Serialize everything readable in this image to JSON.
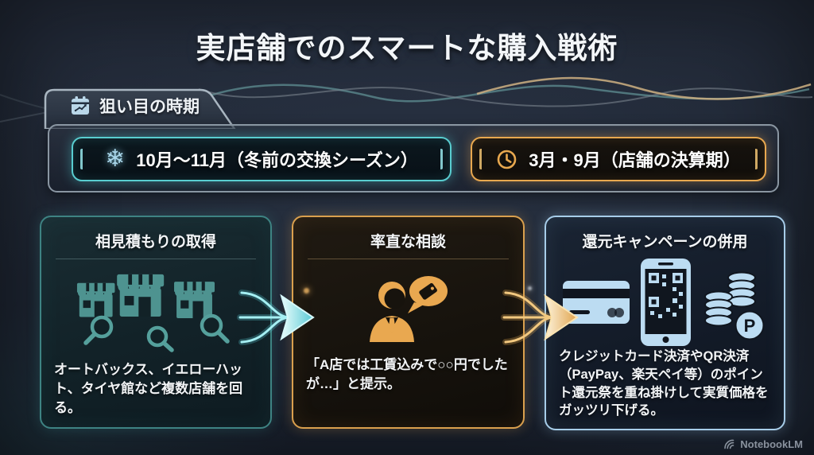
{
  "title": "実店舗でのスマートな購入戦術",
  "timing_section": {
    "tab": {
      "icon": "calendar-trend-icon",
      "label": "狙い目の時期"
    },
    "periods": [
      {
        "icon": "snowflake-icon",
        "label": "10月〜11月（冬前の交換シーズン）",
        "accent_color": "#59cdd0"
      },
      {
        "icon": "clock-icon",
        "label": "3月・9月（店舗の決算期）",
        "accent_color": "#e8a84f"
      }
    ]
  },
  "steps": [
    {
      "title": "相見積もりの取得",
      "icon": "storefronts-search-icon",
      "body": "オートバックス、イエローハット、タイヤ館など複数店舗を回る。",
      "accent_color": "#3e8383"
    },
    {
      "title": "率直な相談",
      "icon": "consultation-price-tag-icon",
      "body": "「A店では工賃込みで○○円でしたが…」と提示。",
      "accent_color": "#daa04e"
    },
    {
      "title": "還元キャンペーンの併用",
      "icon": "cashless-payment-icons",
      "points_badge_letter": "P",
      "body": "クレジットカード決済やQR決済（PayPay、楽天ペイ等）のポイント還元祭を重ね掛けして実質価格をガッツリ下げる。",
      "accent_color": "#a7cde9"
    }
  ],
  "flow_arrows": [
    {
      "icon": "arrow-right-icon",
      "color": "#7fe3e8"
    },
    {
      "icon": "arrow-right-icon",
      "color": "#f0c37a"
    }
  ],
  "decorations": {
    "wave_colors": [
      "#5f8f93",
      "#79838d",
      "#cfb183"
    ]
  },
  "footer": {
    "icon": "notebooklm-logo-icon",
    "brand": "NotebookLM"
  }
}
